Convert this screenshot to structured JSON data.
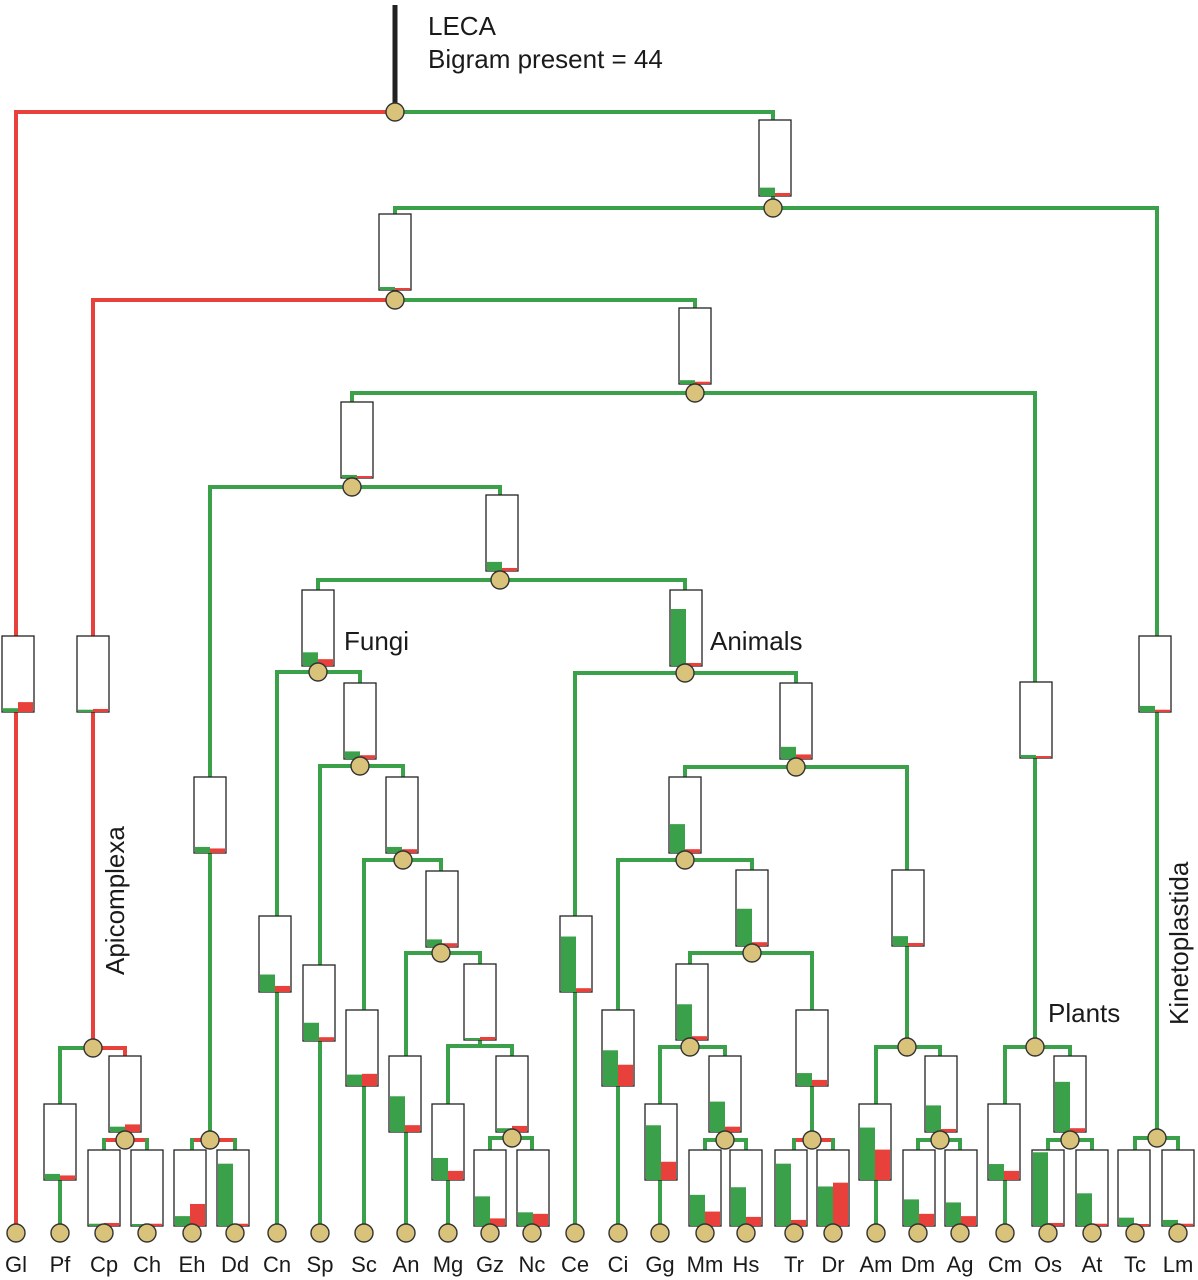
{
  "root_label": "LECA",
  "root_stat": "Bigram present = 44",
  "colors": {
    "present": "#3aa14a",
    "absent": "#e8413c",
    "node": "#d9c27a",
    "stem": "#222222"
  },
  "clades": {
    "fungi": "Fungi",
    "animals": "Animals",
    "plants": "Plants",
    "apicomplexa": "Apicomplexa",
    "kinetoplastida": "Kinetoplastida"
  },
  "taxa": [
    "Gl",
    "Pf",
    "Cp",
    "Ch",
    "Eh",
    "Dd",
    "Cn",
    "Sp",
    "Sc",
    "An",
    "Mg",
    "Gz",
    "Nc",
    "Ce",
    "Ci",
    "Gg",
    "Mm",
    "Hs",
    "Tr",
    "Dr",
    "Am",
    "Dm",
    "Ag",
    "Cm",
    "Os",
    "At",
    "Tc",
    "Lm"
  ],
  "bars": [
    {
      "id": "gl",
      "g": 0.05,
      "r": 0.13
    },
    {
      "id": "apicomplexa",
      "g": 0.03,
      "r": 0.04
    },
    {
      "id": "pf",
      "g": 0.08,
      "r": 0.06
    },
    {
      "id": "cpch",
      "g": 0.07,
      "r": 0.1
    },
    {
      "id": "cp",
      "g": 0.03,
      "r": 0.04
    },
    {
      "id": "ch",
      "g": 0.02,
      "r": 0.03
    },
    {
      "id": "eh",
      "g": 0.13,
      "r": 0.29
    },
    {
      "id": "dd",
      "g": 0.82,
      "r": 0.03
    },
    {
      "id": "dd_stem",
      "g": 0.08,
      "r": 0.06
    },
    {
      "id": "cn",
      "g": 0.23,
      "r": 0.08
    },
    {
      "id": "sp",
      "g": 0.24,
      "r": 0.05
    },
    {
      "id": "sc",
      "g": 0.15,
      "r": 0.16
    },
    {
      "id": "an",
      "g": 0.47,
      "r": 0.09
    },
    {
      "id": "mg",
      "g": 0.29,
      "r": 0.12
    },
    {
      "id": "gz",
      "g": 0.39,
      "r": 0.1
    },
    {
      "id": "nc",
      "g": 0.18,
      "r": 0.16
    },
    {
      "id": "fungi",
      "g": 0.18,
      "r": 0.09
    },
    {
      "id": "fungi_a",
      "g": 0.1,
      "r": 0.05
    },
    {
      "id": "fungi_b",
      "g": 0.08,
      "r": 0.05
    },
    {
      "id": "fungi_c",
      "g": 0.1,
      "r": 0.05
    },
    {
      "id": "gzc",
      "g": 0.02,
      "r": 0.04
    },
    {
      "id": "gznc",
      "g": 0.05,
      "r": 0.08
    },
    {
      "id": "ce",
      "g": 0.73,
      "r": 0.05
    },
    {
      "id": "animals",
      "g": 0.75,
      "r": 0.04
    },
    {
      "id": "anim_a",
      "g": 0.16,
      "r": 0.06
    },
    {
      "id": "anim_b",
      "g": 0.38,
      "r": 0.05
    },
    {
      "id": "anim_c",
      "g": 0.49,
      "r": 0.05
    },
    {
      "id": "vert",
      "g": 0.47,
      "r": 0.05
    },
    {
      "id": "ci",
      "g": 0.47,
      "r": 0.28
    },
    {
      "id": "gg",
      "g": 0.72,
      "r": 0.24
    },
    {
      "id": "mamm",
      "g": 0.4,
      "r": 0.07
    },
    {
      "id": "mm",
      "g": 0.41,
      "r": 0.19
    },
    {
      "id": "hs",
      "g": 0.51,
      "r": 0.12
    },
    {
      "id": "fish",
      "g": 0.17,
      "r": 0.08
    },
    {
      "id": "tr",
      "g": 0.82,
      "r": 0.08
    },
    {
      "id": "dr",
      "g": 0.52,
      "r": 0.57
    },
    {
      "id": "insect",
      "g": 0.13,
      "r": 0.04
    },
    {
      "id": "am",
      "g": 0.69,
      "r": 0.4
    },
    {
      "id": "dipt",
      "g": 0.35,
      "r": 0.04
    },
    {
      "id": "dm",
      "g": 0.35,
      "r": 0.16
    },
    {
      "id": "ag",
      "g": 0.31,
      "r": 0.13
    },
    {
      "id": "plants",
      "g": 0.04,
      "r": 0.02
    },
    {
      "id": "cm",
      "g": 0.21,
      "r": 0.12
    },
    {
      "id": "osat",
      "g": 0.66,
      "r": 0.05
    },
    {
      "id": "os",
      "g": 0.97,
      "r": 0.04
    },
    {
      "id": "at",
      "g": 0.43,
      "r": 0.03
    },
    {
      "id": "kineto",
      "g": 0.08,
      "r": 0.03
    },
    {
      "id": "tc",
      "g": 0.11,
      "r": 0.02
    },
    {
      "id": "lm",
      "g": 0.08,
      "r": 0.03
    },
    {
      "id": "euk_a",
      "g": 0.11,
      "r": 0.04
    },
    {
      "id": "euk_b",
      "g": 0.04,
      "r": 0.02
    },
    {
      "id": "euk_c",
      "g": 0.05,
      "r": 0.03
    },
    {
      "id": "euk_d",
      "g": 0.04,
      "r": 0.02
    },
    {
      "id": "opis",
      "g": 0.12,
      "r": 0.04
    }
  ]
}
